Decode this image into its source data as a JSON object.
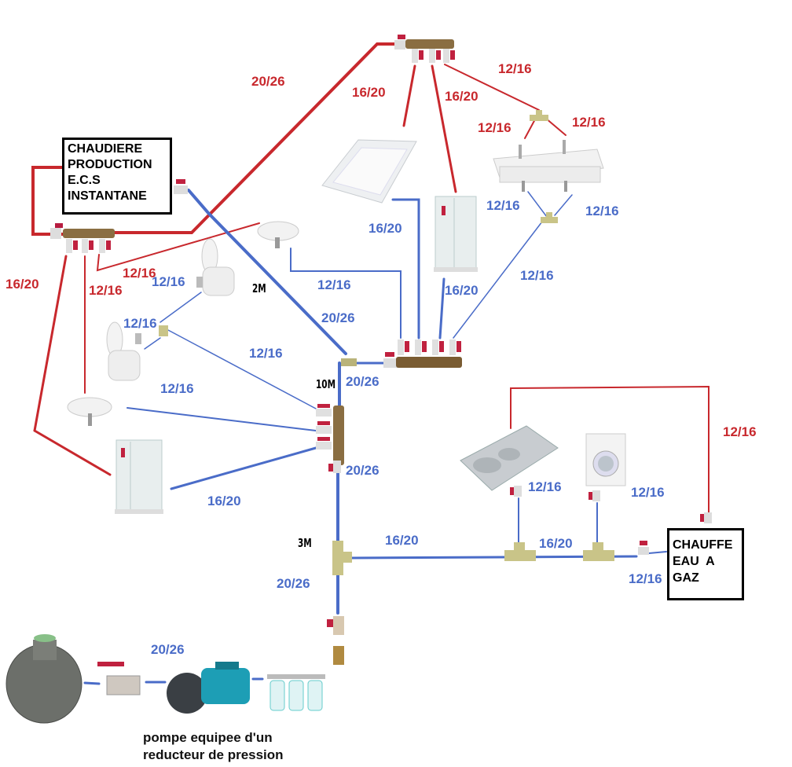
{
  "boiler": {
    "lines": [
      "CHAUDIERE",
      "PRODUCTION",
      "E.C.S",
      "INSTANTANE"
    ]
  },
  "gas_heater": {
    "lines": [
      "CHAUFFE",
      "EAU  A",
      "GAZ"
    ]
  },
  "pump_caption": {
    "lines": [
      "pompe equipee d'un",
      "reducteur de pression"
    ]
  },
  "colors": {
    "hot": "#c8282d",
    "cold": "#4a6cc8"
  },
  "hot_labels": [
    {
      "id": "hot-main-20-26",
      "text": "20/26"
    },
    {
      "id": "hot-bath-16-20",
      "text": "16/20"
    },
    {
      "id": "hot-shower-16-20",
      "text": "16/20"
    },
    {
      "id": "hot-vanity-12-16",
      "text": "12/16"
    },
    {
      "id": "hot-vanity-left-12-16",
      "text": "12/16"
    },
    {
      "id": "hot-vanity-right-12-16",
      "text": "12/16"
    },
    {
      "id": "hot-shower2-16-20",
      "text": "16/20"
    },
    {
      "id": "hot-basin-12-16",
      "text": "12/16"
    },
    {
      "id": "hot-handbasin-12-16",
      "text": "12/16"
    },
    {
      "id": "hot-kitchen-12-16",
      "text": "12/16"
    }
  ],
  "cold_labels": [
    {
      "id": "cold-wc1-12-16",
      "text": "12/16"
    },
    {
      "id": "cold-wc2-12-16",
      "text": "12/16"
    },
    {
      "id": "cold-wc-feed-12-16",
      "text": "12/16"
    },
    {
      "id": "cold-handbasin-12-16",
      "text": "12/16"
    },
    {
      "id": "cold-shower2-16-20",
      "text": "16/20"
    },
    {
      "id": "cold-basin-12-16",
      "text": "12/16"
    },
    {
      "id": "cold-riser-20-26",
      "text": "20/26"
    },
    {
      "id": "cold-bath-16-20",
      "text": "16/20"
    },
    {
      "id": "cold-shower-16-20",
      "text": "16/20"
    },
    {
      "id": "cold-vanity-feed-12-16",
      "text": "12/16"
    },
    {
      "id": "cold-vanity-left-12-16",
      "text": "12/16"
    },
    {
      "id": "cold-vanity-right-12-16",
      "text": "12/16"
    },
    {
      "id": "cold-main-upper-20-26",
      "text": "20/26"
    },
    {
      "id": "cold-main-mid-20-26",
      "text": "20/26"
    },
    {
      "id": "cold-main-lower-20-26",
      "text": "20/26"
    },
    {
      "id": "cold-branch-16-20",
      "text": "16/20"
    },
    {
      "id": "cold-branch2-16-20",
      "text": "16/20"
    },
    {
      "id": "cold-sink-12-16",
      "text": "12/16"
    },
    {
      "id": "cold-washer-12-16",
      "text": "12/16"
    },
    {
      "id": "cold-heater-12-16",
      "text": "12/16"
    },
    {
      "id": "cold-pump-20-26",
      "text": "20/26"
    }
  ],
  "distances": [
    {
      "id": "dist-2m",
      "text": "2M"
    },
    {
      "id": "dist-10m",
      "text": "10M"
    },
    {
      "id": "dist-3m",
      "text": "3M"
    }
  ],
  "fixtures": [
    "bathtub",
    "shower-cabin",
    "double-vanity",
    "toilet",
    "toilet",
    "hand-basin",
    "wash-basin",
    "shower-cabin",
    "kitchen-sink",
    "washing-machine",
    "rainwater-tank",
    "ball-valve",
    "pump",
    "filter-set"
  ]
}
